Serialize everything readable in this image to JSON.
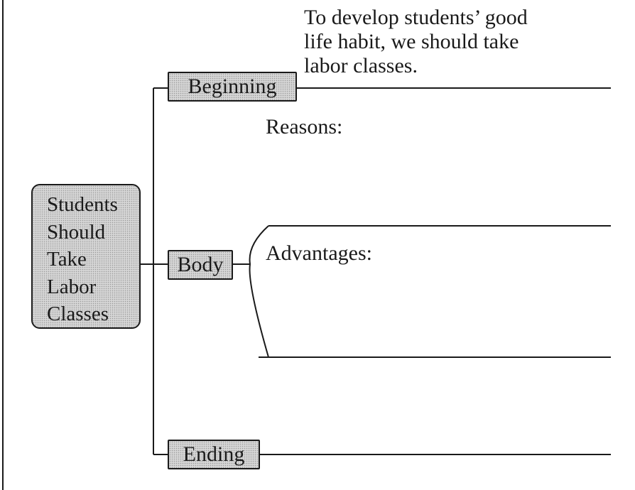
{
  "diagram": {
    "root": {
      "lines": [
        "Students",
        "Should",
        "Take",
        "Labor",
        "Classes"
      ]
    },
    "sections": {
      "beginning": {
        "label": "Beginning",
        "text_lines": [
          "To develop students’ good",
          "life habit, we should take",
          "labor classes."
        ]
      },
      "body": {
        "label": "Body",
        "reasons_label": "Reasons:",
        "advantages_label": "Advantages:"
      },
      "ending": {
        "label": "Ending"
      }
    },
    "colors": {
      "line": "#1a1a1a",
      "box_fill": "#d6d6d6"
    }
  }
}
